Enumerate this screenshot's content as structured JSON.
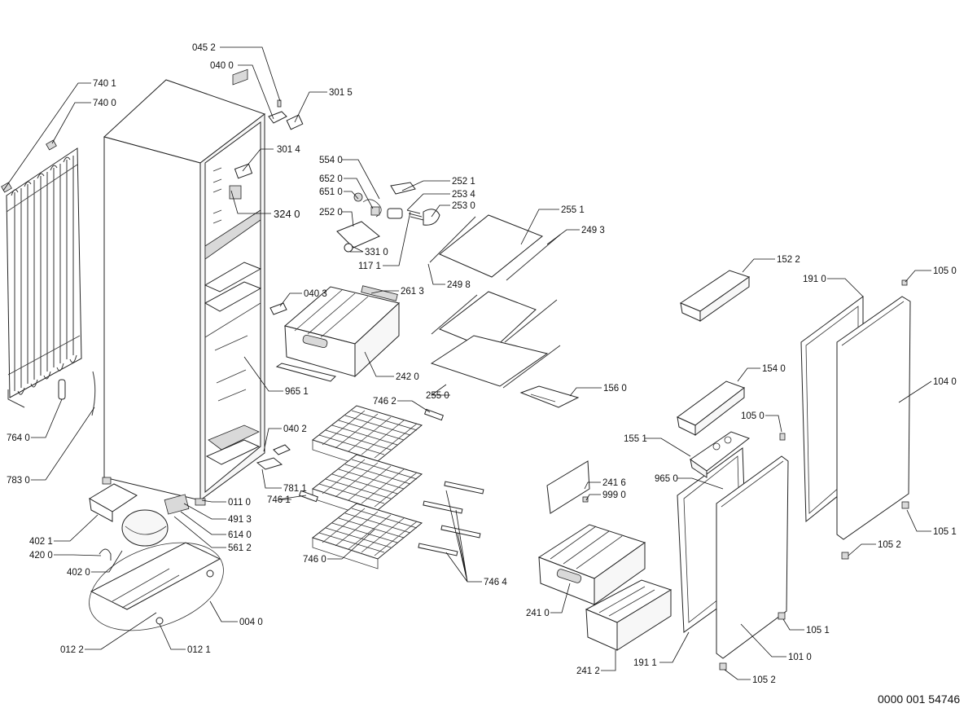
{
  "callouts": {
    "c0452": "045 2",
    "c0400": "040 0",
    "c7401": "740 1",
    "c7400": "740 0",
    "c3015": "301 5",
    "c3014": "301 4",
    "c3240": "324 0",
    "c5540": "554 0",
    "c6520": "652 0",
    "c6510": "651 0",
    "c2520": "252 0",
    "c3310": "331 0",
    "c1171": "117 1",
    "c2521": "252 1",
    "c2534": "253 4",
    "c2530": "253 0",
    "c2551": "255 1",
    "c2493": "249 3",
    "c2498": "249 8",
    "c0403": "040 3",
    "c2613": "261 3",
    "c2420": "242 0",
    "c9651": "965 1",
    "c2550": "255 0",
    "c1560": "156 0",
    "c7462": "746 2",
    "c0402": "040 2",
    "c7811": "781 1",
    "c7461": "746 1",
    "c7460": "746 0",
    "c7464": "746 4",
    "c7640": "764 0",
    "c7830": "783 0",
    "c0110": "011 0",
    "c4913": "491 3",
    "c6140": "614 0",
    "c5612": "561 2",
    "c4021": "402 1",
    "c4200": "420 0",
    "c4020": "402 0",
    "c0040": "004 0",
    "c0122": "012 2",
    "c0121": "012 1",
    "c1522": "152 2",
    "c1910": "191 0",
    "c1050a": "105 0",
    "c1040": "104 0",
    "c1540": "154 0",
    "c1050b": "105 0",
    "c1551": "155 1",
    "c9650": "965 0",
    "c2416": "241 6",
    "c9990": "999 0",
    "c1051a": "105 1",
    "c1052a": "105 2",
    "c2410": "241 0",
    "c2412": "241 2",
    "c1911": "191 1",
    "c1010": "101 0",
    "c1051b": "105 1",
    "c1052b": "105 2"
  },
  "document_number": "0000 001 54746"
}
